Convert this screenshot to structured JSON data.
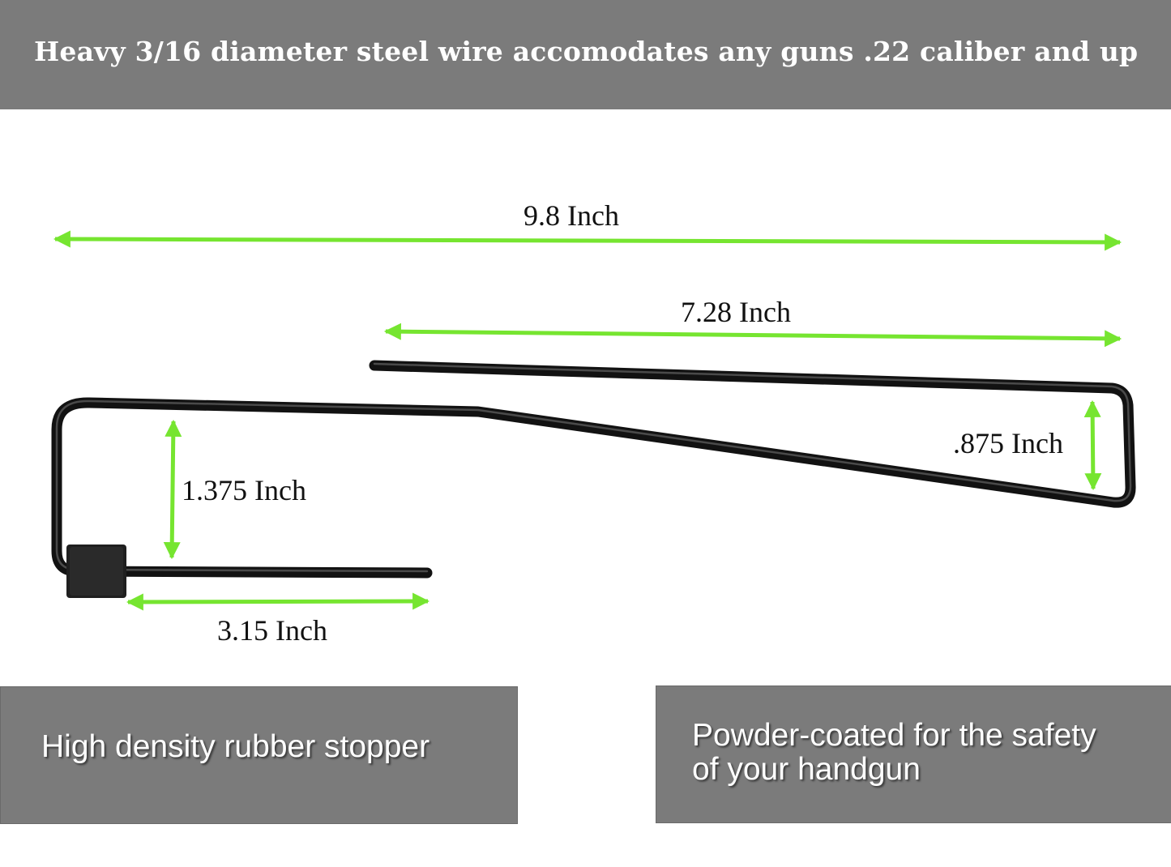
{
  "header": {
    "text": "Heavy 3/16 diameter steel wire accomodates any guns .22 caliber and up"
  },
  "dimensions": {
    "overall_length": "9.8 Inch",
    "upper_arm_length": "7.28 Inch",
    "front_height": ".875 Inch",
    "rear_height": "1.375 Inch",
    "lower_arm_length": "3.15 Inch"
  },
  "features": {
    "stopper": "High density rubber stopper",
    "coating_line1": "Powder-coated for the safety",
    "coating_line2": "of your handgun"
  },
  "colors": {
    "banner": "#7b7b7b",
    "dimension_arrow": "#76e530",
    "wire": "#141414"
  }
}
